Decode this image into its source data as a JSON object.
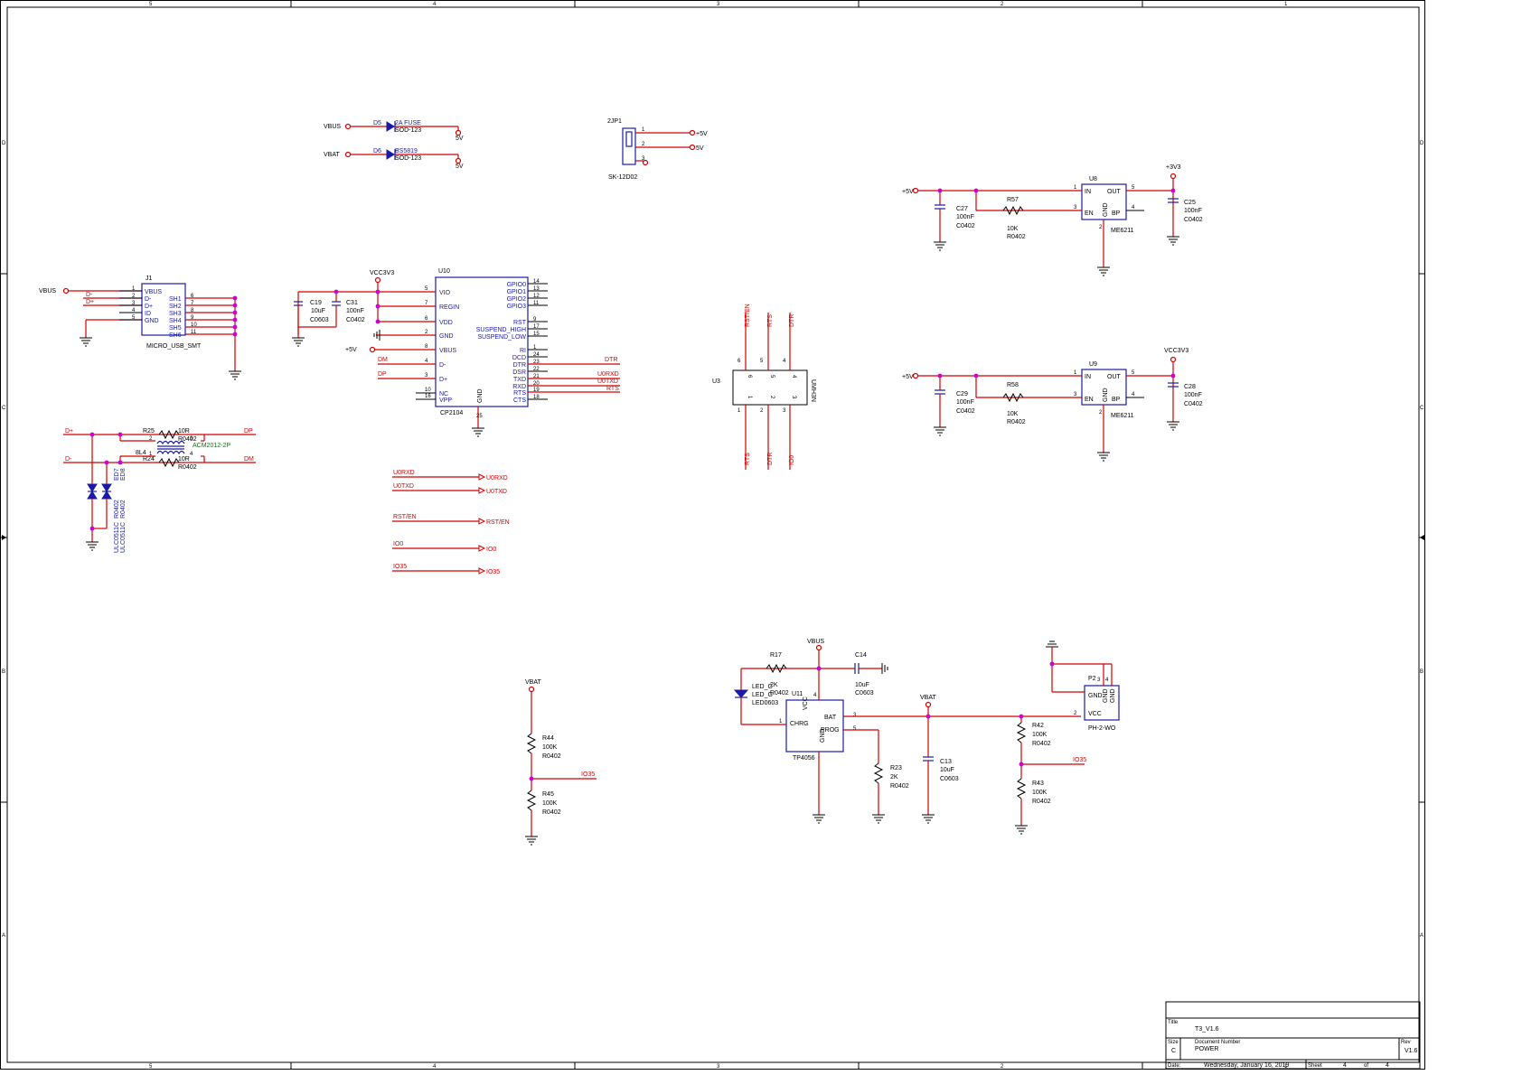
{
  "border": {
    "cols_top": [
      "5",
      "4",
      "3",
      "2",
      "1"
    ],
    "cols_bottom": [
      "5",
      "4",
      "3",
      "2",
      "1"
    ],
    "rows": [
      "D",
      "C",
      "B",
      "A"
    ]
  },
  "colors": {
    "wire": "#d40000",
    "symbol": "#1a1aa8",
    "junction": "#d000d0",
    "text": "#000000"
  },
  "title_block": {
    "title_label": "Title",
    "title": "T3_V1.6",
    "size_label": "Size",
    "size": "C",
    "docnum_label": "Document Number",
    "docnum": "POWER",
    "rev_label": "Rev",
    "rev": "V1.6",
    "date_label": "Date:",
    "date": "Wednesday, January 16, 2019",
    "sheet_label": "Sheet",
    "sheet": "4",
    "of_label": "of",
    "sheet_total": "4"
  },
  "diodes": {
    "vbus": "VBUS",
    "d5": "D5",
    "d5_part": "2A FUSE",
    "d5_pkg": "SOD-123",
    "d5_out": "5V",
    "vbat": "VBAT",
    "d6": "D6",
    "d6_part": "BS5819",
    "d6_pkg": "SOD-123",
    "d6_out": "5V"
  },
  "jp1": {
    "ref": "2JP1",
    "part": "SK-12D02",
    "p1": "1",
    "p2": "2",
    "p3": "3",
    "n1": "+5V",
    "n2": "5V"
  },
  "j1": {
    "ref": "J1",
    "part": "MICRO_USB_SMT",
    "vbus_net": "VBUS",
    "dm_net": "D-",
    "dp_net": "D+",
    "pins_left": [
      "VBUS",
      "D-",
      "D+",
      "ID",
      "GND"
    ],
    "nums_left": [
      "1",
      "2",
      "3",
      "4",
      "5"
    ],
    "pins_right": [
      "SH1",
      "SH2",
      "SH3",
      "SH4",
      "SH5",
      "SH6"
    ],
    "nums_right": [
      "6",
      "7",
      "8",
      "9",
      "10",
      "11"
    ]
  },
  "u10": {
    "ref": "U10",
    "part": "CP2104",
    "vcc": "VCC3V3",
    "p5v": "+5V",
    "left_pins": [
      "VIO",
      "REGIN",
      "VDD",
      "GND",
      "VBUS",
      "D-",
      "D+",
      "NC",
      "VPP"
    ],
    "left_nums": [
      "5",
      "7",
      "6",
      "2",
      "8",
      "4",
      "3",
      "10",
      "16"
    ],
    "right_pins": [
      "GPIO0",
      "GPIO1",
      "GPIO2",
      "GPIO3",
      "RST",
      "SUSPEND_HIGH",
      "SUSPEND_LOW",
      "RI",
      "DCD",
      "DTR",
      "DSR",
      "TXD",
      "RXD",
      "RTS",
      "CTS"
    ],
    "right_nums": [
      "14",
      "13",
      "12",
      "11",
      "9",
      "17",
      "15",
      "1",
      "24",
      "23",
      "22",
      "21",
      "20",
      "19",
      "18"
    ],
    "gnd_pin": "GND",
    "gnd_num": "25",
    "c19": "C19",
    "c19_val": "10uF",
    "c19_pkg": "C0603",
    "c31": "C31",
    "c31_val": "100nF",
    "c31_pkg": "C0402",
    "net_dm": "DM",
    "net_dp": "DP",
    "net_dtr": "DTR",
    "net_rx": "U0RXD",
    "net_tx": "U0TXD",
    "net_rts": "RTS"
  },
  "esd": {
    "dp_in": "D+",
    "dm_in": "D-",
    "dp_out": "DP",
    "dm_out": "DM",
    "r25": "R25",
    "r25_val": "10R",
    "r25_pkg": "R0402",
    "r24": "R24",
    "r24_val": "10R",
    "r24_pkg": "R0402",
    "l4": "8L4",
    "l4_part": "ACM2012-2P",
    "p1": "1",
    "p2": "2",
    "p3": "3",
    "p4": "4",
    "ed7": "ED7",
    "ed8": "ED8",
    "ed7_pkg": "R0402",
    "ed8_pkg": "R0402",
    "ed7_part": "ULC0511C",
    "ed8_part": "ULC0511C"
  },
  "net_links": [
    {
      "a": "U0RXD",
      "b": "U0RXD"
    },
    {
      "a": "U0TXD",
      "b": "U0TXD"
    },
    {
      "a": "RST/EN",
      "b": "RST/EN"
    },
    {
      "a": "IO0",
      "b": "IO0"
    },
    {
      "a": "IO35",
      "b": "IO35"
    }
  ],
  "u3": {
    "ref": "U3",
    "part": "UMH3N",
    "top_nets": [
      "RST/EN",
      "RTS",
      "DTR"
    ],
    "top_nums": [
      "6",
      "5",
      "4"
    ],
    "bot_nets": [
      "RTS",
      "DTR",
      "IO0"
    ],
    "bot_nums": [
      "1",
      "2",
      "3"
    ]
  },
  "u8": {
    "ref": "U8",
    "part": "ME6211",
    "in_net": "+5V",
    "out_net": "+3V3",
    "pins": [
      "IN",
      "EN",
      "GND",
      "OUT",
      "BP"
    ],
    "nums": [
      "1",
      "3",
      "2",
      "5",
      "4"
    ],
    "r": "R57",
    "r_val": "10K",
    "r_pkg": "R0402",
    "cin": "C27",
    "cin_val": "100nF",
    "cin_pkg": "C0402",
    "cout": "C25",
    "cout_val": "100nF",
    "cout_pkg": "C0402"
  },
  "u9": {
    "ref": "U9",
    "part": "ME6211",
    "in_net": "+5V",
    "out_net": "VCC3V3",
    "pins": [
      "IN",
      "EN",
      "GND",
      "OUT",
      "BP"
    ],
    "nums": [
      "1",
      "3",
      "2",
      "5",
      "4"
    ],
    "r": "R58",
    "r_val": "10K",
    "r_pkg": "R0402",
    "cin": "C29",
    "cin_val": "100nF",
    "cin_pkg": "C0402",
    "cout": "C28",
    "cout_val": "100nF",
    "cout_pkg": "C0402"
  },
  "divider": {
    "vbat": "VBAT",
    "net": "IO35",
    "r44": "R44",
    "r44_val": "100K",
    "r44_pkg": "R0402",
    "r45": "R45",
    "r45_val": "100K",
    "r45_pkg": "R0402"
  },
  "charger": {
    "vbus": "VBUS",
    "vbat": "VBAT",
    "ref": "U11",
    "part": "TP4056",
    "pins": [
      "VCC",
      "CHRG",
      "BAT",
      "PROG",
      "GND"
    ],
    "nums": [
      "4",
      "1",
      "3",
      "5"
    ],
    "r17": "R17",
    "r17_val": "2K",
    "r17_pkg": "R0402",
    "led_a": "LED_G",
    "led_b": "LED_G",
    "led_pkg": "LED0603",
    "c14": "C14",
    "c14_val": "10uF",
    "c14_pkg": "C0603",
    "r23": "R23",
    "r23_val": "2K",
    "r23_pkg": "R0402",
    "c13": "C13",
    "c13_val": "10uF",
    "c13_pkg": "C0603",
    "r42": "R42",
    "r42_val": "100K",
    "r42_pkg": "R0402",
    "r43": "R43",
    "r43_val": "100K",
    "r43_pkg": "R0402",
    "io35": "IO35",
    "p2": "P2",
    "p2_part": "PH-2-WO",
    "p2_gnd": "GND",
    "p2_vcc": "VCC",
    "p2_n1": "3",
    "p2_n2": "4",
    "p2_n3": "2"
  }
}
